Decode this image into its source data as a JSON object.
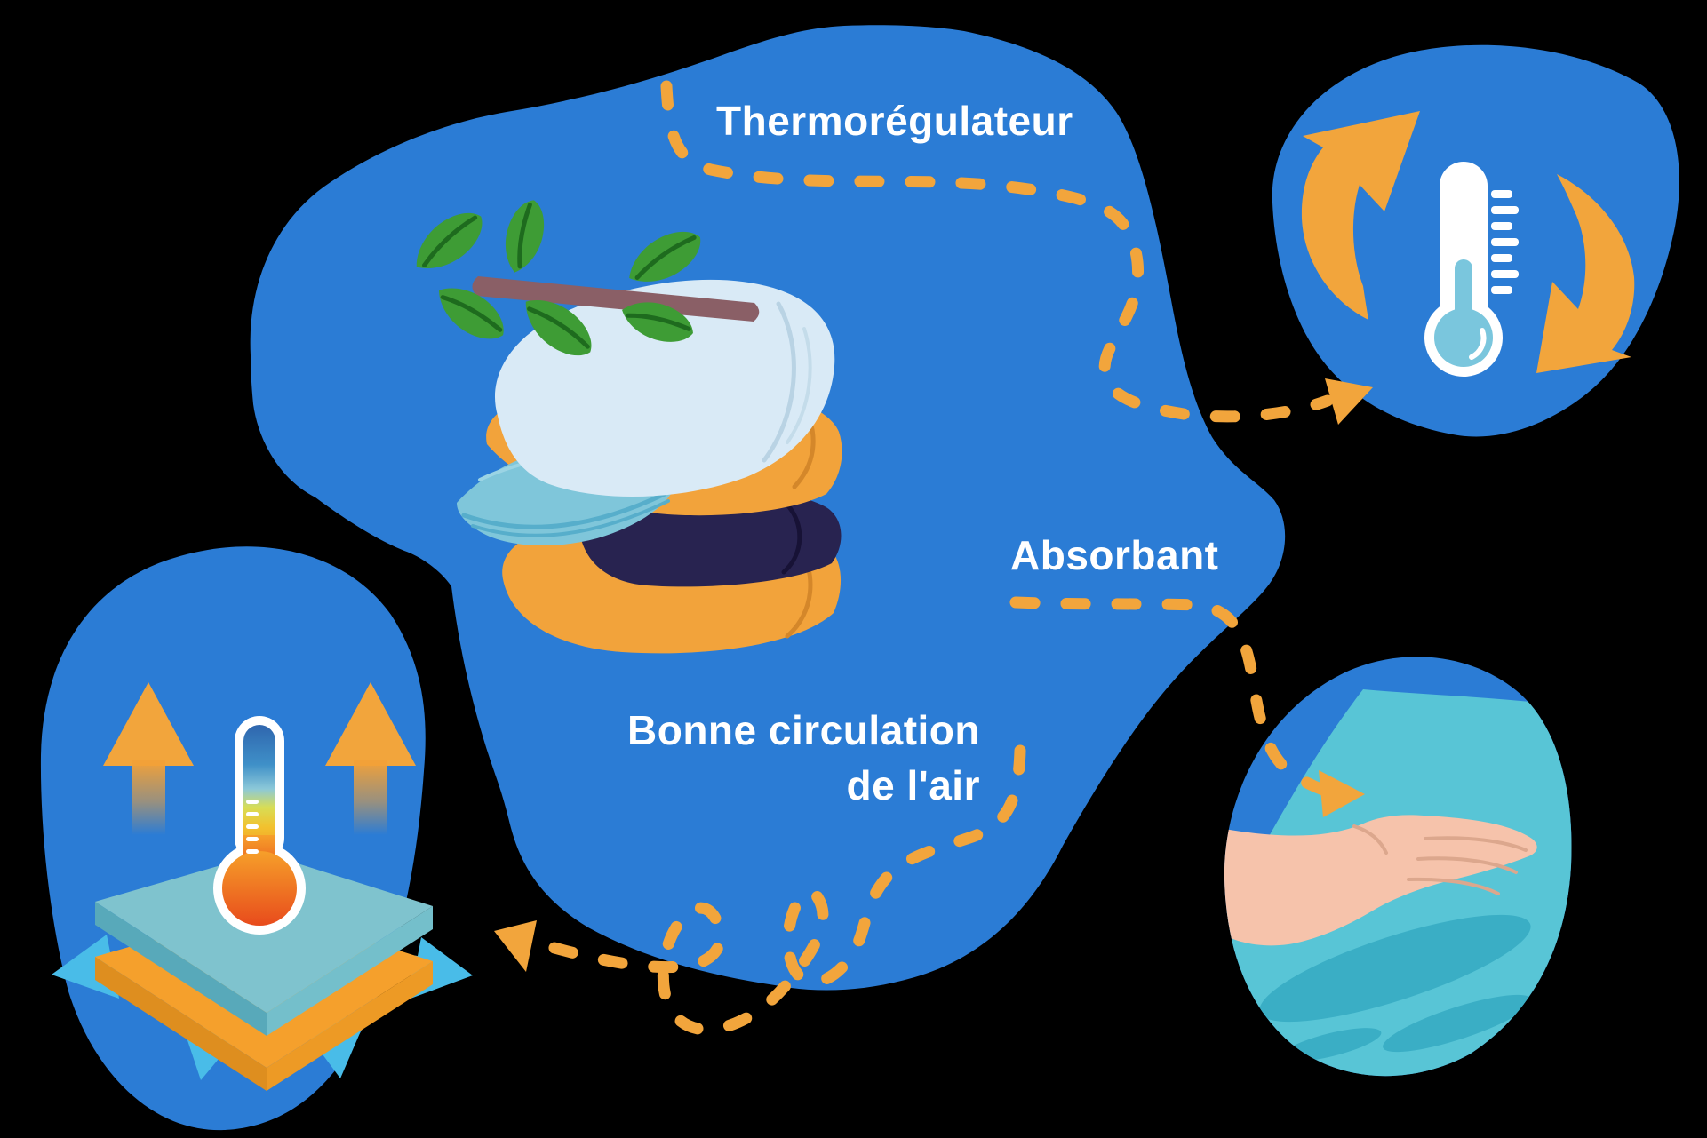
{
  "labels": {
    "thermoregulator": "Thermorégulateur",
    "absorbent": "Absorbant",
    "air_circulation_line1": "Bonne circulation",
    "air_circulation_line2": "de l'air"
  },
  "icons": {
    "top_right": "thermometer-cycle-icon",
    "bottom_left": "heat-release-layers-icon",
    "bottom_right": "hand-on-fabric-icon",
    "center": "towel-stack-with-plant-branch"
  },
  "colors": {
    "background": "#000000",
    "blob_blue": "#2B7CD5",
    "dash_orange": "#F2A53C",
    "text_white": "#FFFFFF",
    "towel_orange": "#F2A33B",
    "towel_navy": "#282350",
    "towel_light_blue": "#D9EAF6",
    "cloth_teal": "#7FC6DA",
    "leaf_green": "#3E9C35",
    "branch_brown": "#8A5F66",
    "fabric_turquoise": "#58C5D6",
    "fabric_wave_teal": "#3AAEC5",
    "skin": "#F6C3AB",
    "cyan_arrow": "#49BCE8",
    "mercury_light_blue": "#7AC6DD"
  }
}
